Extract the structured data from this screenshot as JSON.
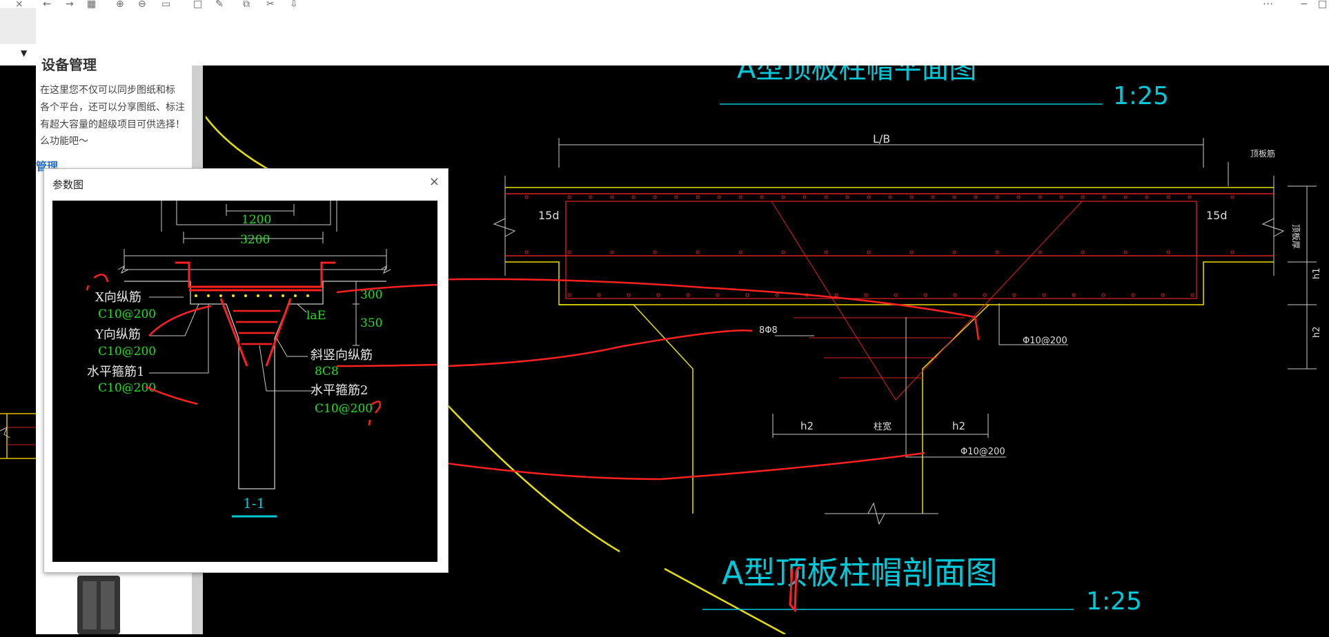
{
  "toolbar": {
    "icons": [
      "close-icon",
      "back-icon",
      "forward-icon",
      "grid-icon",
      "zoom-in-icon",
      "zoom-out-icon",
      "fit-icon",
      "rect-icon",
      "edit-icon",
      "copy-icon",
      "cut-icon",
      "export-icon",
      "more-icon",
      "minimize-icon",
      "maximize-icon"
    ],
    "more": "···"
  },
  "side_panel": {
    "title": "设备管理",
    "lines": [
      "在这里您不仅可以同步图纸和标",
      "各个平台，还可以分享图纸、标注",
      "有超大容量的超级项目可供选择！",
      "么功能吧～"
    ],
    "manage": "管理"
  },
  "dialog": {
    "title": "参数图",
    "close": "×",
    "prev": "‹",
    "labels": {
      "dim_1200": "1200",
      "dim_3200": "3200",
      "x_bar": "X向纵筋",
      "x_bar_spec": "C10@200",
      "y_bar": "Y向纵筋",
      "y_bar_spec": "C10@200",
      "h_stirrup1": "水平箍筋1",
      "h_stirrup1_spec": "C10@200",
      "slant_bar": "斜竖向纵筋",
      "slant_bar_spec": "8C8",
      "h_stirrup2": "水平箍筋2",
      "h_stirrup2_spec": "C10@200",
      "dim_300": "300",
      "dim_350": "350",
      "lae": "laE",
      "section": "1-1"
    }
  },
  "cad": {
    "plan_title": "A型顶板柱帽平面图",
    "plan_scale": "1:25",
    "section_title": "A型顶板柱帽剖面图",
    "section_scale": "1:25",
    "lb": "L/B",
    "top_bar": "顶板筋",
    "d15_left": "15d",
    "d15_right": "15d",
    "thickness": "顶板厚",
    "h1": "h1",
    "h2_right": "h2",
    "bar_8": "8Φ8",
    "bar_10_1": "Φ10@200",
    "bar_10_2": "Φ10@200",
    "h2_left": "h2",
    "col_width": "柱宽",
    "h2_mid": "h2"
  }
}
